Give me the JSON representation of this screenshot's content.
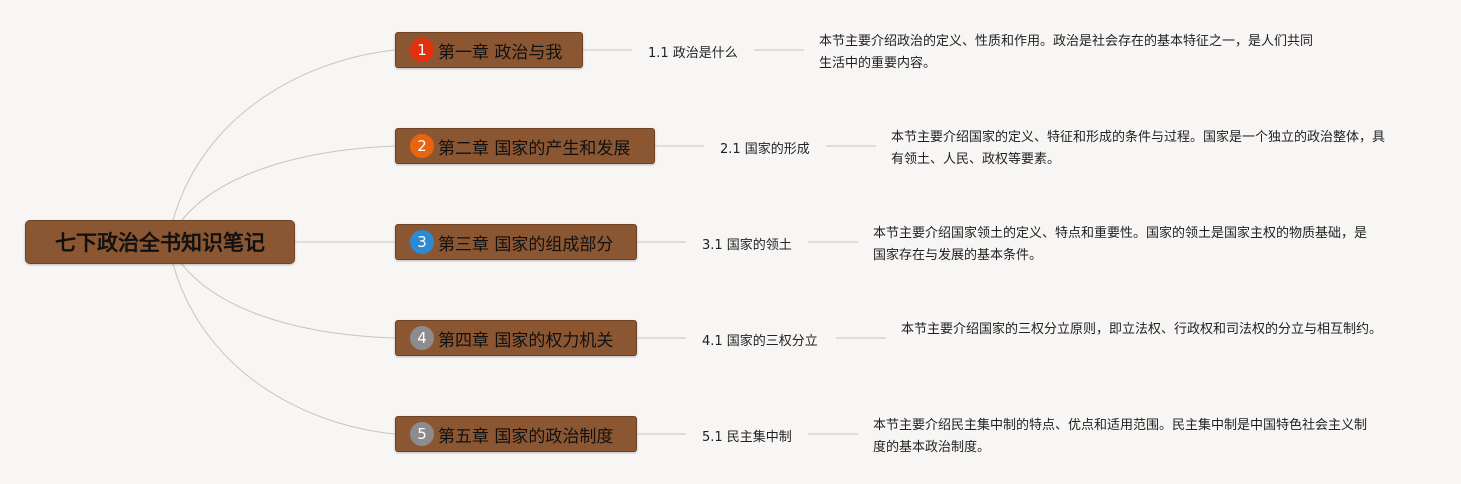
{
  "root": {
    "title": "七下政治全书知识笔记"
  },
  "colors": {
    "node_fill": "#8b5632",
    "badge_1": "#e4300f",
    "badge_2": "#e8640e",
    "badge_3": "#2a8ad4",
    "badge_4": "#8c8c8c",
    "badge_5": "#8c8c8c"
  },
  "chapters": [
    {
      "number": "1",
      "title": "第一章 政治与我",
      "section": "1.1 政治是什么",
      "summary": "本节主要介绍政治的定义、性质和作用。政治是社会存在的基本特征之一，是人们共同生活中的重要内容。"
    },
    {
      "number": "2",
      "title": "第二章 国家的产生和发展",
      "section": "2.1 国家的形成",
      "summary": "本节主要介绍国家的定义、特征和形成的条件与过程。国家是一个独立的政治整体，具有领土、人民、政权等要素。"
    },
    {
      "number": "3",
      "title": "第三章 国家的组成部分",
      "section": "3.1 国家的领土",
      "summary": "本节主要介绍国家领土的定义、特点和重要性。国家的领土是国家主权的物质基础，是国家存在与发展的基本条件。"
    },
    {
      "number": "4",
      "title": "第四章 国家的权力机关",
      "section": "4.1 国家的三权分立",
      "summary": "本节主要介绍国家的三权分立原则，即立法权、行政权和司法权的分立与相互制约。"
    },
    {
      "number": "5",
      "title": "第五章 国家的政治制度",
      "section": "5.1 民主集中制",
      "summary": "本节主要介绍民主集中制的特点、优点和适用范围。民主集中制是中国特色社会主义制度的基本政治制度。"
    }
  ]
}
